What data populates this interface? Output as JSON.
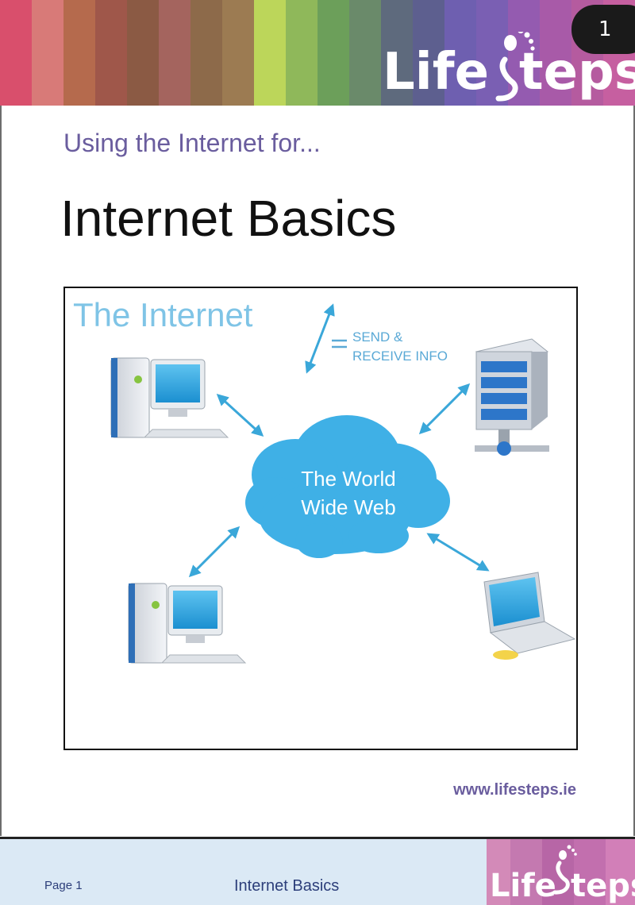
{
  "header": {
    "page_number": "1",
    "stripe_colors": [
      "#d94f6c",
      "#d87a78",
      "#b56a4d",
      "#9f574a",
      "#8b5a44",
      "#a4645e",
      "#8d6a4a",
      "#9c7b52",
      "#bcd65a",
      "#8fb85a",
      "#6c9f5a",
      "#6a8a6a",
      "#5e6a7d",
      "#5d5f8f",
      "#6e5fb0",
      "#7a5fb3",
      "#945bb0",
      "#a85aa8",
      "#b55b9f",
      "#c65fa0"
    ],
    "logo_part1": "Life",
    "logo_part2": "Steps"
  },
  "subtitle": "Using the Internet for...",
  "title": "Internet Basics",
  "diagram": {
    "title": "The Internet",
    "send_line1": "SEND &",
    "send_line2": "RECEIVE INFO",
    "cloud_line1": "The World",
    "cloud_line2": "Wide Web",
    "arrow_color": "#3aa7d9",
    "cloud_color": "#3fb0e6"
  },
  "url": "www.lifesteps.ie",
  "footer": {
    "page_label": "Page 1",
    "title": "Internet Basics"
  }
}
